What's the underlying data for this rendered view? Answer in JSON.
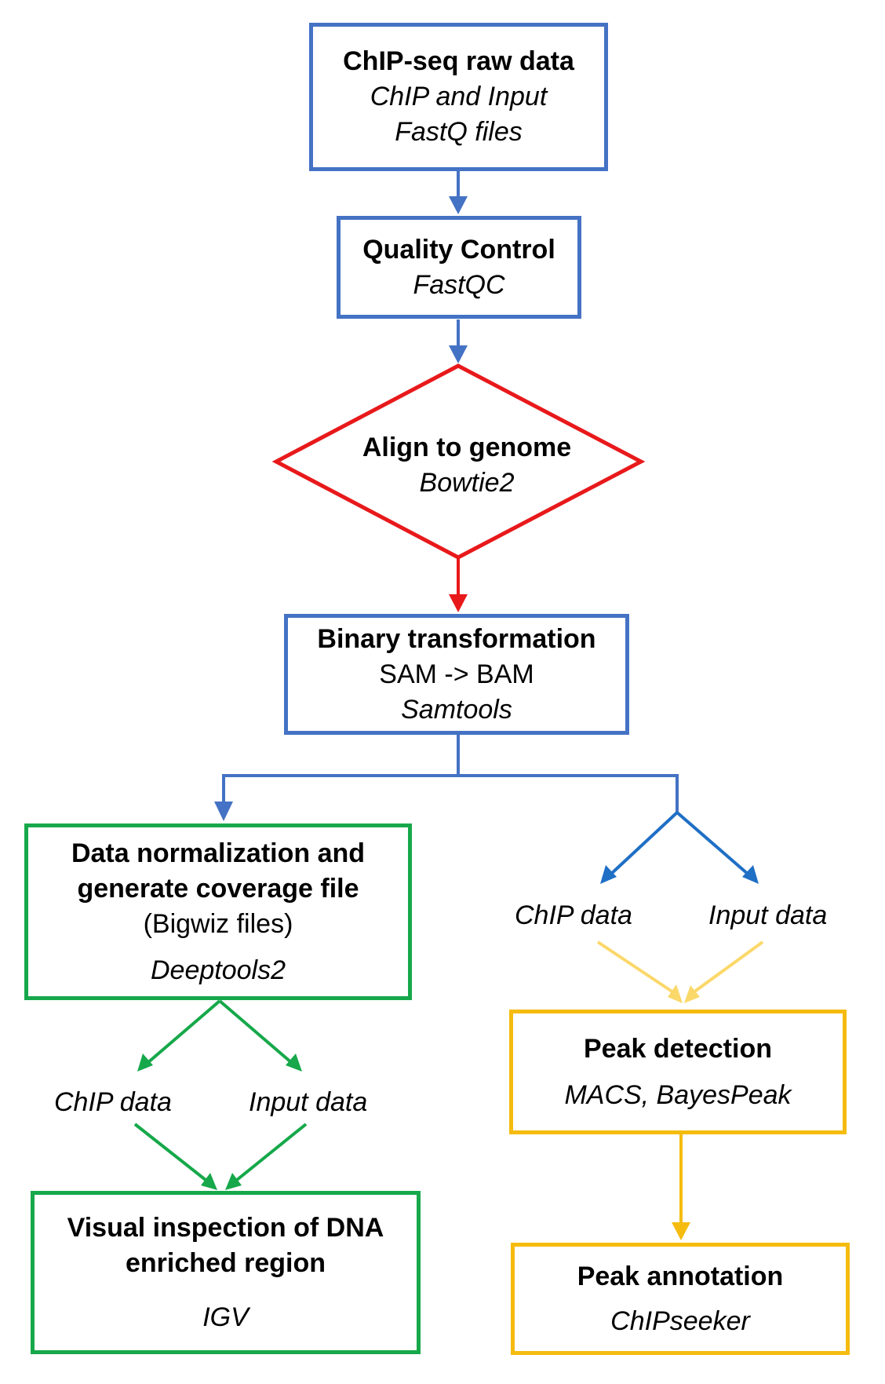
{
  "colors": {
    "blue": "#4472C4",
    "arrow_blue": "#1F6FC5",
    "red": "#E8191B",
    "green": "#16A84A",
    "yellow": "#F5BC0F",
    "light_yellow": "#FBD86A"
  },
  "nodes": {
    "raw_data": {
      "title": "ChIP-seq raw data",
      "line2": "ChIP and Input",
      "line3": "FastQ files"
    },
    "quality_control": {
      "title": "Quality Control",
      "tool": "FastQC"
    },
    "align": {
      "title": "Align to genome",
      "tool": "Bowtie2"
    },
    "binary": {
      "title": "Binary transformation",
      "line2": "SAM -> BAM",
      "tool": "Samtools"
    },
    "normalization": {
      "title_line1": "Data normalization and",
      "title_line2": "generate coverage file",
      "line3": "(Bigwiz files)",
      "tool": "Deeptools2"
    },
    "visual": {
      "title_line1": "Visual inspection of DNA",
      "title_line2": "enriched region",
      "tool": "IGV"
    },
    "peak_detection": {
      "title": "Peak detection",
      "tool": "MACS, BayesPeak"
    },
    "peak_annotation": {
      "title": "Peak annotation",
      "tool": "ChIPseeker"
    }
  },
  "labels": {
    "left_chip": "ChIP data",
    "left_input": "Input data",
    "right_chip": "ChIP data",
    "right_input": "Input data"
  }
}
